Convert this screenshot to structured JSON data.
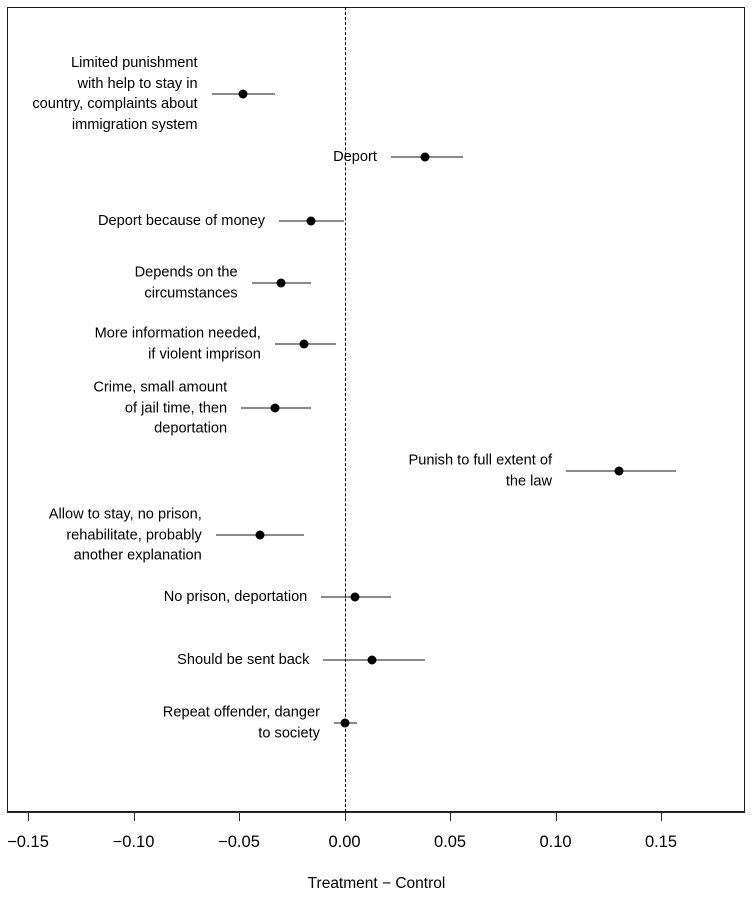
{
  "figure": {
    "background": "#ffffff",
    "point_color": "#000000",
    "line_color": "#141414",
    "zero_line_color": "#000000",
    "panel_border_color": "#1a1a1a"
  },
  "chart_data": {
    "type": "scatter",
    "subtype": "coefficient-plot-with-error-bars",
    "title": "",
    "xlabel": "Treatment − Control",
    "ylabel": "",
    "xlim": [
      -0.175,
      0.182
    ],
    "xticks": [
      -0.15,
      -0.1,
      -0.05,
      0.0,
      0.05,
      0.1,
      0.15
    ],
    "xticklabels": [
      "−0.15",
      "−0.10",
      "−0.05",
      "0.00",
      "0.05",
      "0.10",
      "0.15"
    ],
    "grid": false,
    "legend": null,
    "reference_line": {
      "x": 0.0,
      "style": "dashed"
    },
    "categories": [
      "Limited punishment\nwith help to stay in\ncountry, complaints about\nimmigration system",
      "Deport",
      "Deport because of money",
      "Depends on the\ncircumstances",
      "More information needed,\nif violent imprison",
      "Crime, small amount\nof jail time, then\ndeportation",
      "Punish to full extent of\nthe law",
      "Allow to stay, no prison,\nrehabilitate, probably\nanother explanation",
      "No prison, deportation",
      "Should be sent back",
      "Repeat offender, danger\nto society"
    ],
    "values": [
      -0.048,
      0.038,
      -0.016,
      -0.03,
      -0.019,
      -0.033,
      0.13,
      -0.04,
      0.005,
      0.013,
      0.0
    ],
    "ci_low": [
      -0.063,
      0.022,
      -0.031,
      -0.044,
      -0.033,
      -0.049,
      0.105,
      -0.061,
      -0.011,
      -0.01,
      -0.005
    ],
    "ci_high": [
      -0.033,
      0.056,
      0.0,
      -0.016,
      -0.004,
      -0.016,
      0.157,
      -0.019,
      0.022,
      0.038,
      0.006
    ]
  }
}
